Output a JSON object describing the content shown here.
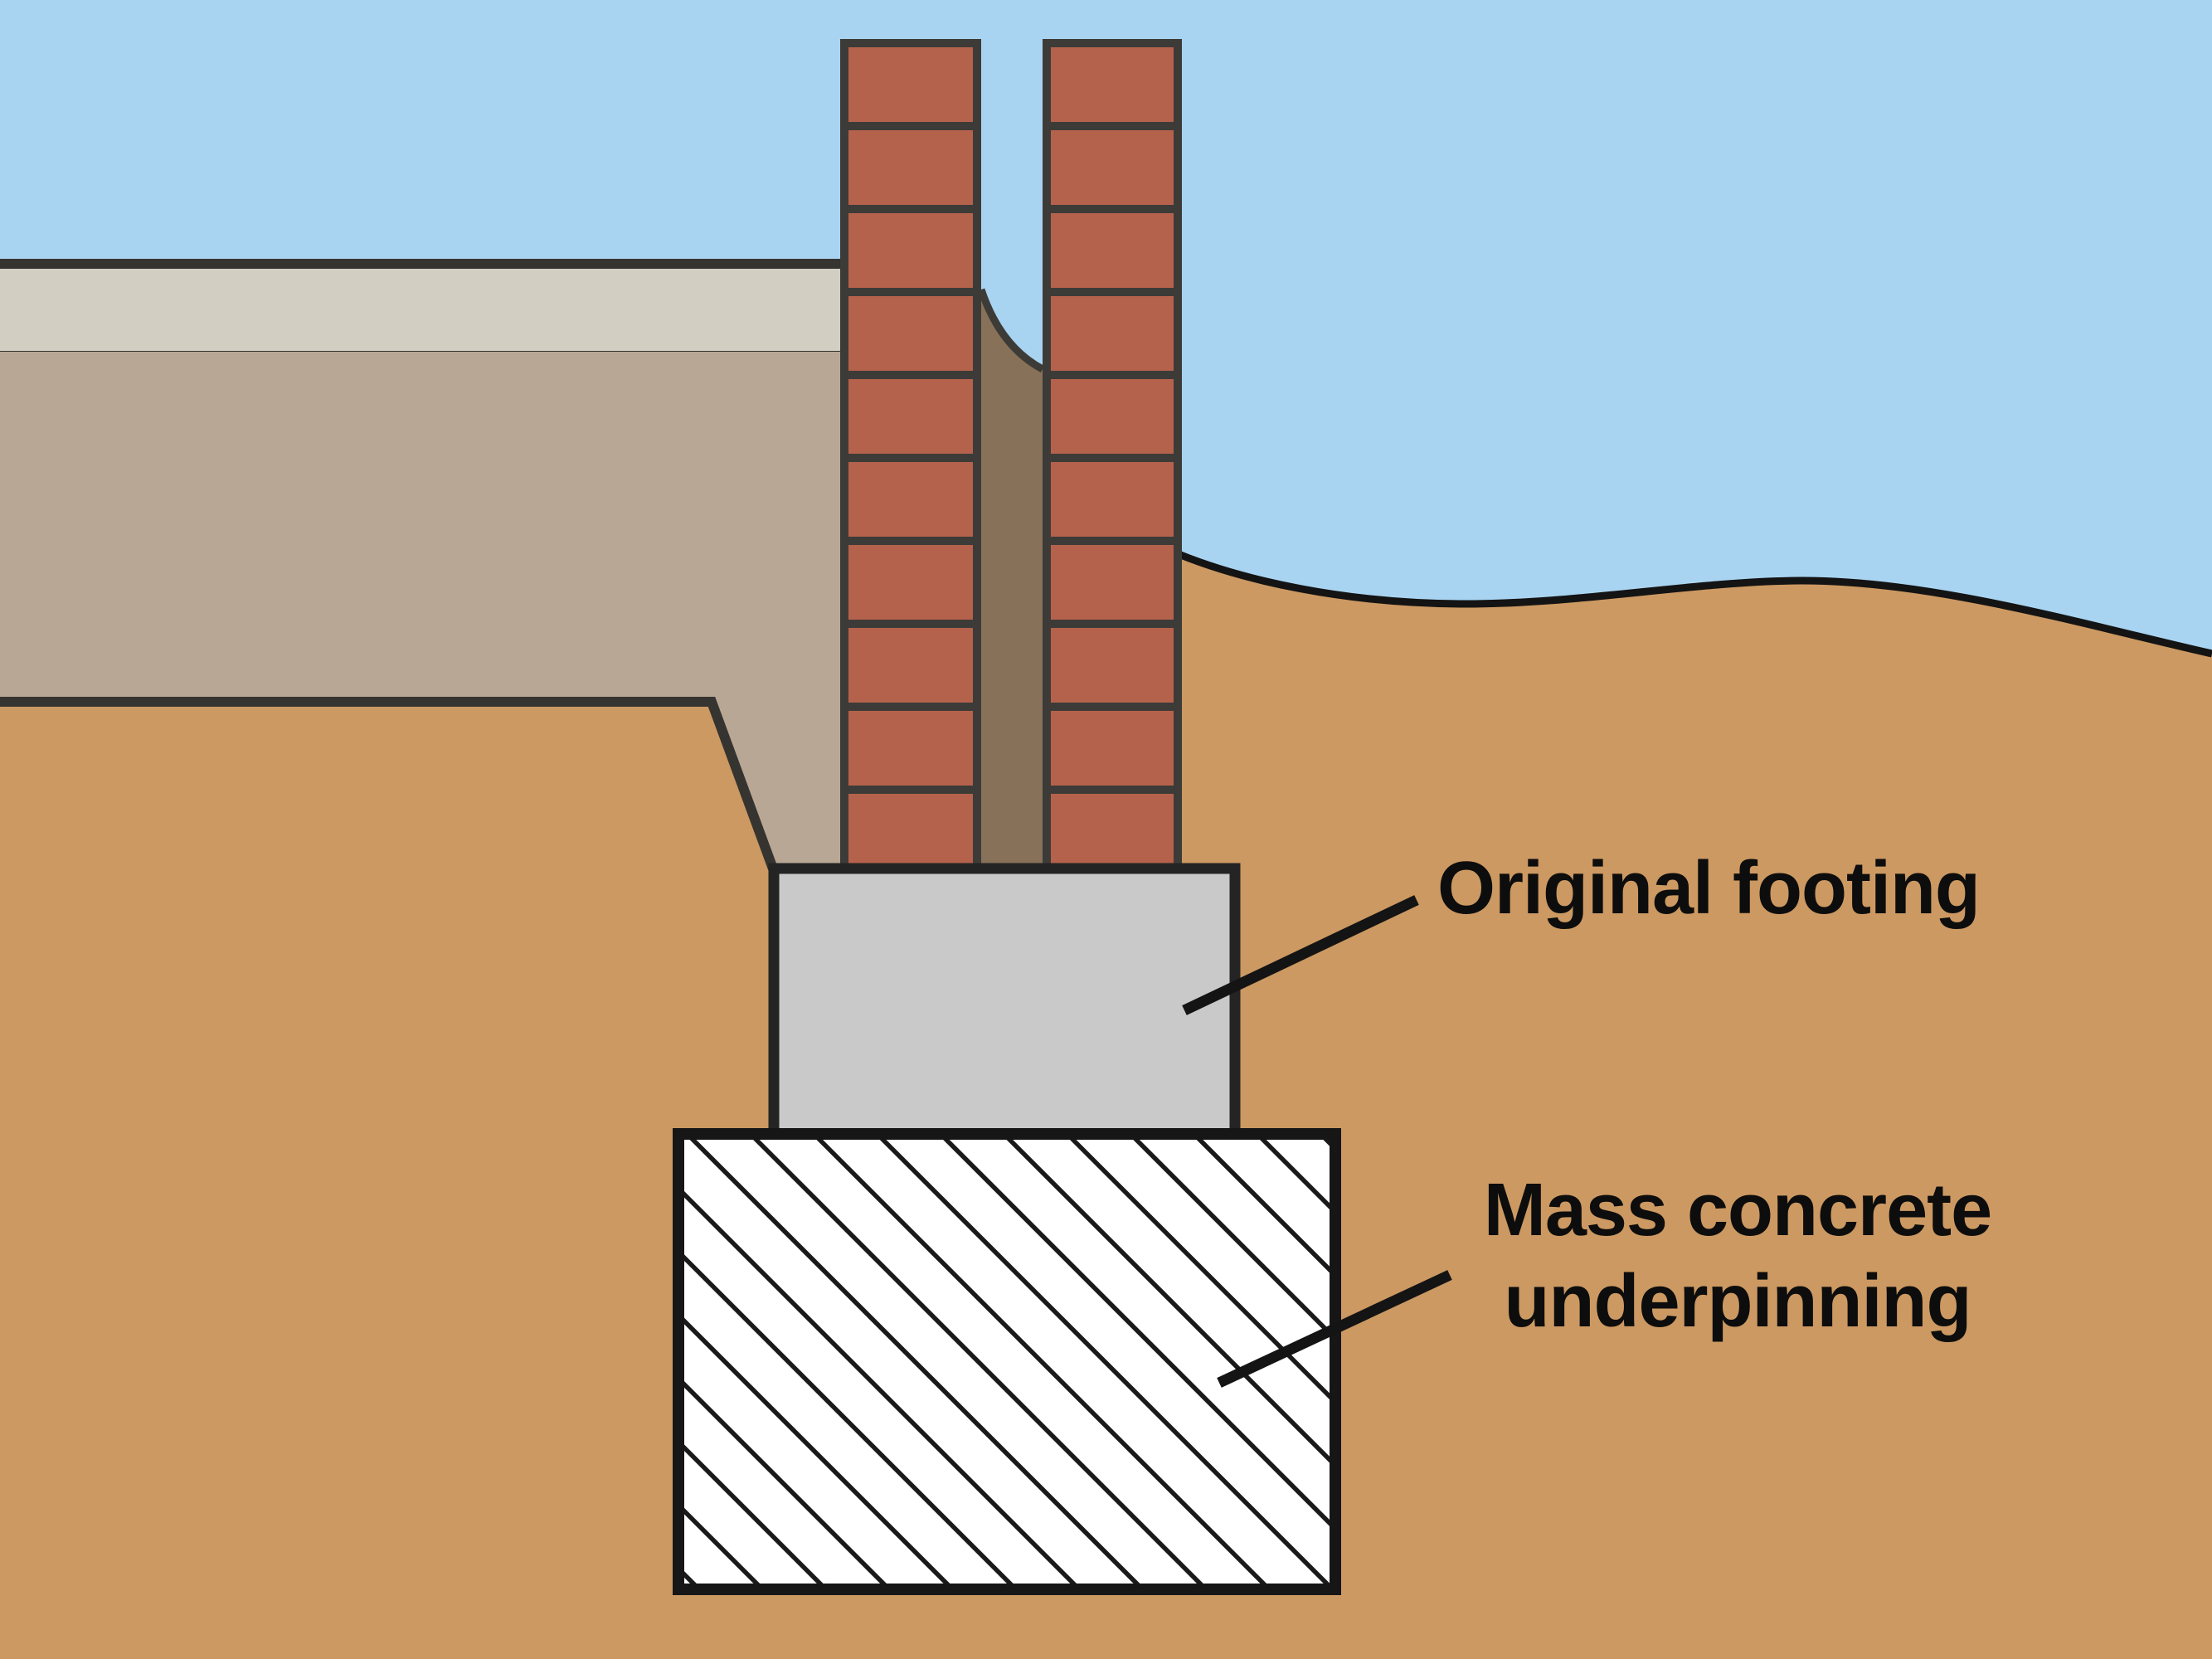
{
  "diagram": {
    "type": "construction-cross-section",
    "labels": {
      "original_footing": "Original footing",
      "mass_concrete_line1": "Mass concrete",
      "mass_concrete_line2": "underpinning"
    },
    "structure": {
      "brick_columns": 2,
      "brick_rows_per_column": 10
    },
    "palette": {
      "sky": "#a9d4f1",
      "soil": "#cc9962",
      "ground_line": "#141414",
      "slab": "#d2cfc2",
      "subfloor": "#b9a795",
      "brick": "#b5624c",
      "mortar": "#3d3b38",
      "cavity": "#877158",
      "footing": "#c9c9c9",
      "hatch_bg": "#ffffff",
      "hatch_line": "#1a1a1a",
      "outline": "#363430",
      "block_outline": "#161616",
      "label_text": "#0d0d0d"
    }
  }
}
